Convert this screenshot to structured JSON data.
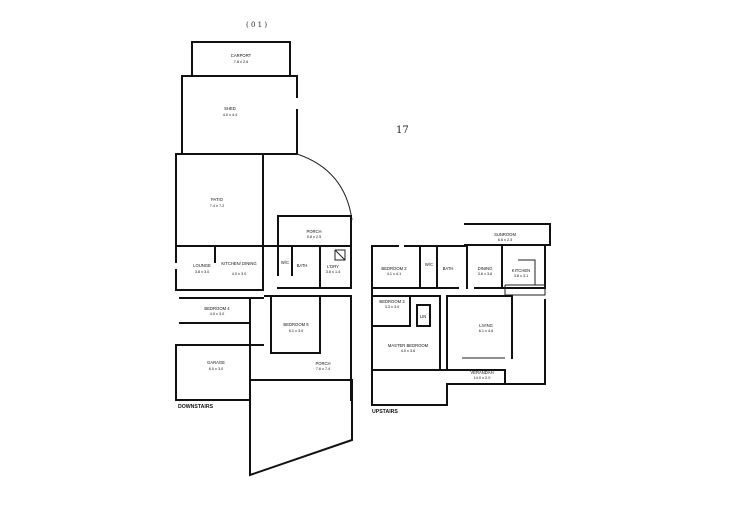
{
  "annotations": {
    "page_top": "( 0 1 )",
    "page_number": "17"
  },
  "levels": {
    "downstairs": "DOWNSTAIRS",
    "upstairs": "UPSTAIRS"
  },
  "downstairs_rooms": {
    "carport": {
      "name": "CARPORT",
      "dims": "7.8 x 2.6"
    },
    "shed": {
      "name": "SHED",
      "dims": "4.0 x 4.4"
    },
    "patio": {
      "name": "PATIO",
      "dims": "7.4 x 7.2"
    },
    "porch_top": {
      "name": "PORCH",
      "dims": "5.8 x 2.5"
    },
    "lounge": {
      "name": "LOUNGE",
      "dims": "3.8 x 3.0"
    },
    "kitchen_dining": {
      "name": "KITCHEN/ DINING",
      "dims": "4.0 x 3.0"
    },
    "wc": {
      "name": "W/C"
    },
    "bath": {
      "name": "BATH"
    },
    "laundry": {
      "name": "L'DRY",
      "dims": "3.6 x 1.4"
    },
    "bedroom4": {
      "name": "BEDROOM 4",
      "dims": "4.0 x 3.0"
    },
    "bedroom5": {
      "name": "BEDROOM 5",
      "dims": "5.1 x 3.0"
    },
    "garage": {
      "name": "GARAGE",
      "dims": "6.0 x 3.0"
    },
    "porch_bottom": {
      "name": "PORCH",
      "dims": "7.6 x 7.4"
    }
  },
  "upstairs_rooms": {
    "sunroom": {
      "name": "SUNROOM",
      "dims": "6.6 x 2.3"
    },
    "bedroom2": {
      "name": "BEDROOM 2",
      "dims": "4.1 x 4.1"
    },
    "wir": {
      "name": "W/C"
    },
    "bath": {
      "name": "BATH"
    },
    "dining": {
      "name": "DINING",
      "dims": "3.6 x 3.6"
    },
    "kitchen": {
      "name": "KITCHEN",
      "dims": "3.8 x 3.1"
    },
    "bedroom3": {
      "name": "BEDROOM 3",
      "dims": "3.3 x 3.0"
    },
    "linen": {
      "name": "LIN"
    },
    "living": {
      "name": "LIVING",
      "dims": "6.1 x 4.6"
    },
    "master": {
      "name": "MASTER BEDROOM",
      "dims": "4.0 x 3.6"
    },
    "verandah": {
      "name": "VERANDAH",
      "dims": "14.0 x 2.0"
    }
  }
}
